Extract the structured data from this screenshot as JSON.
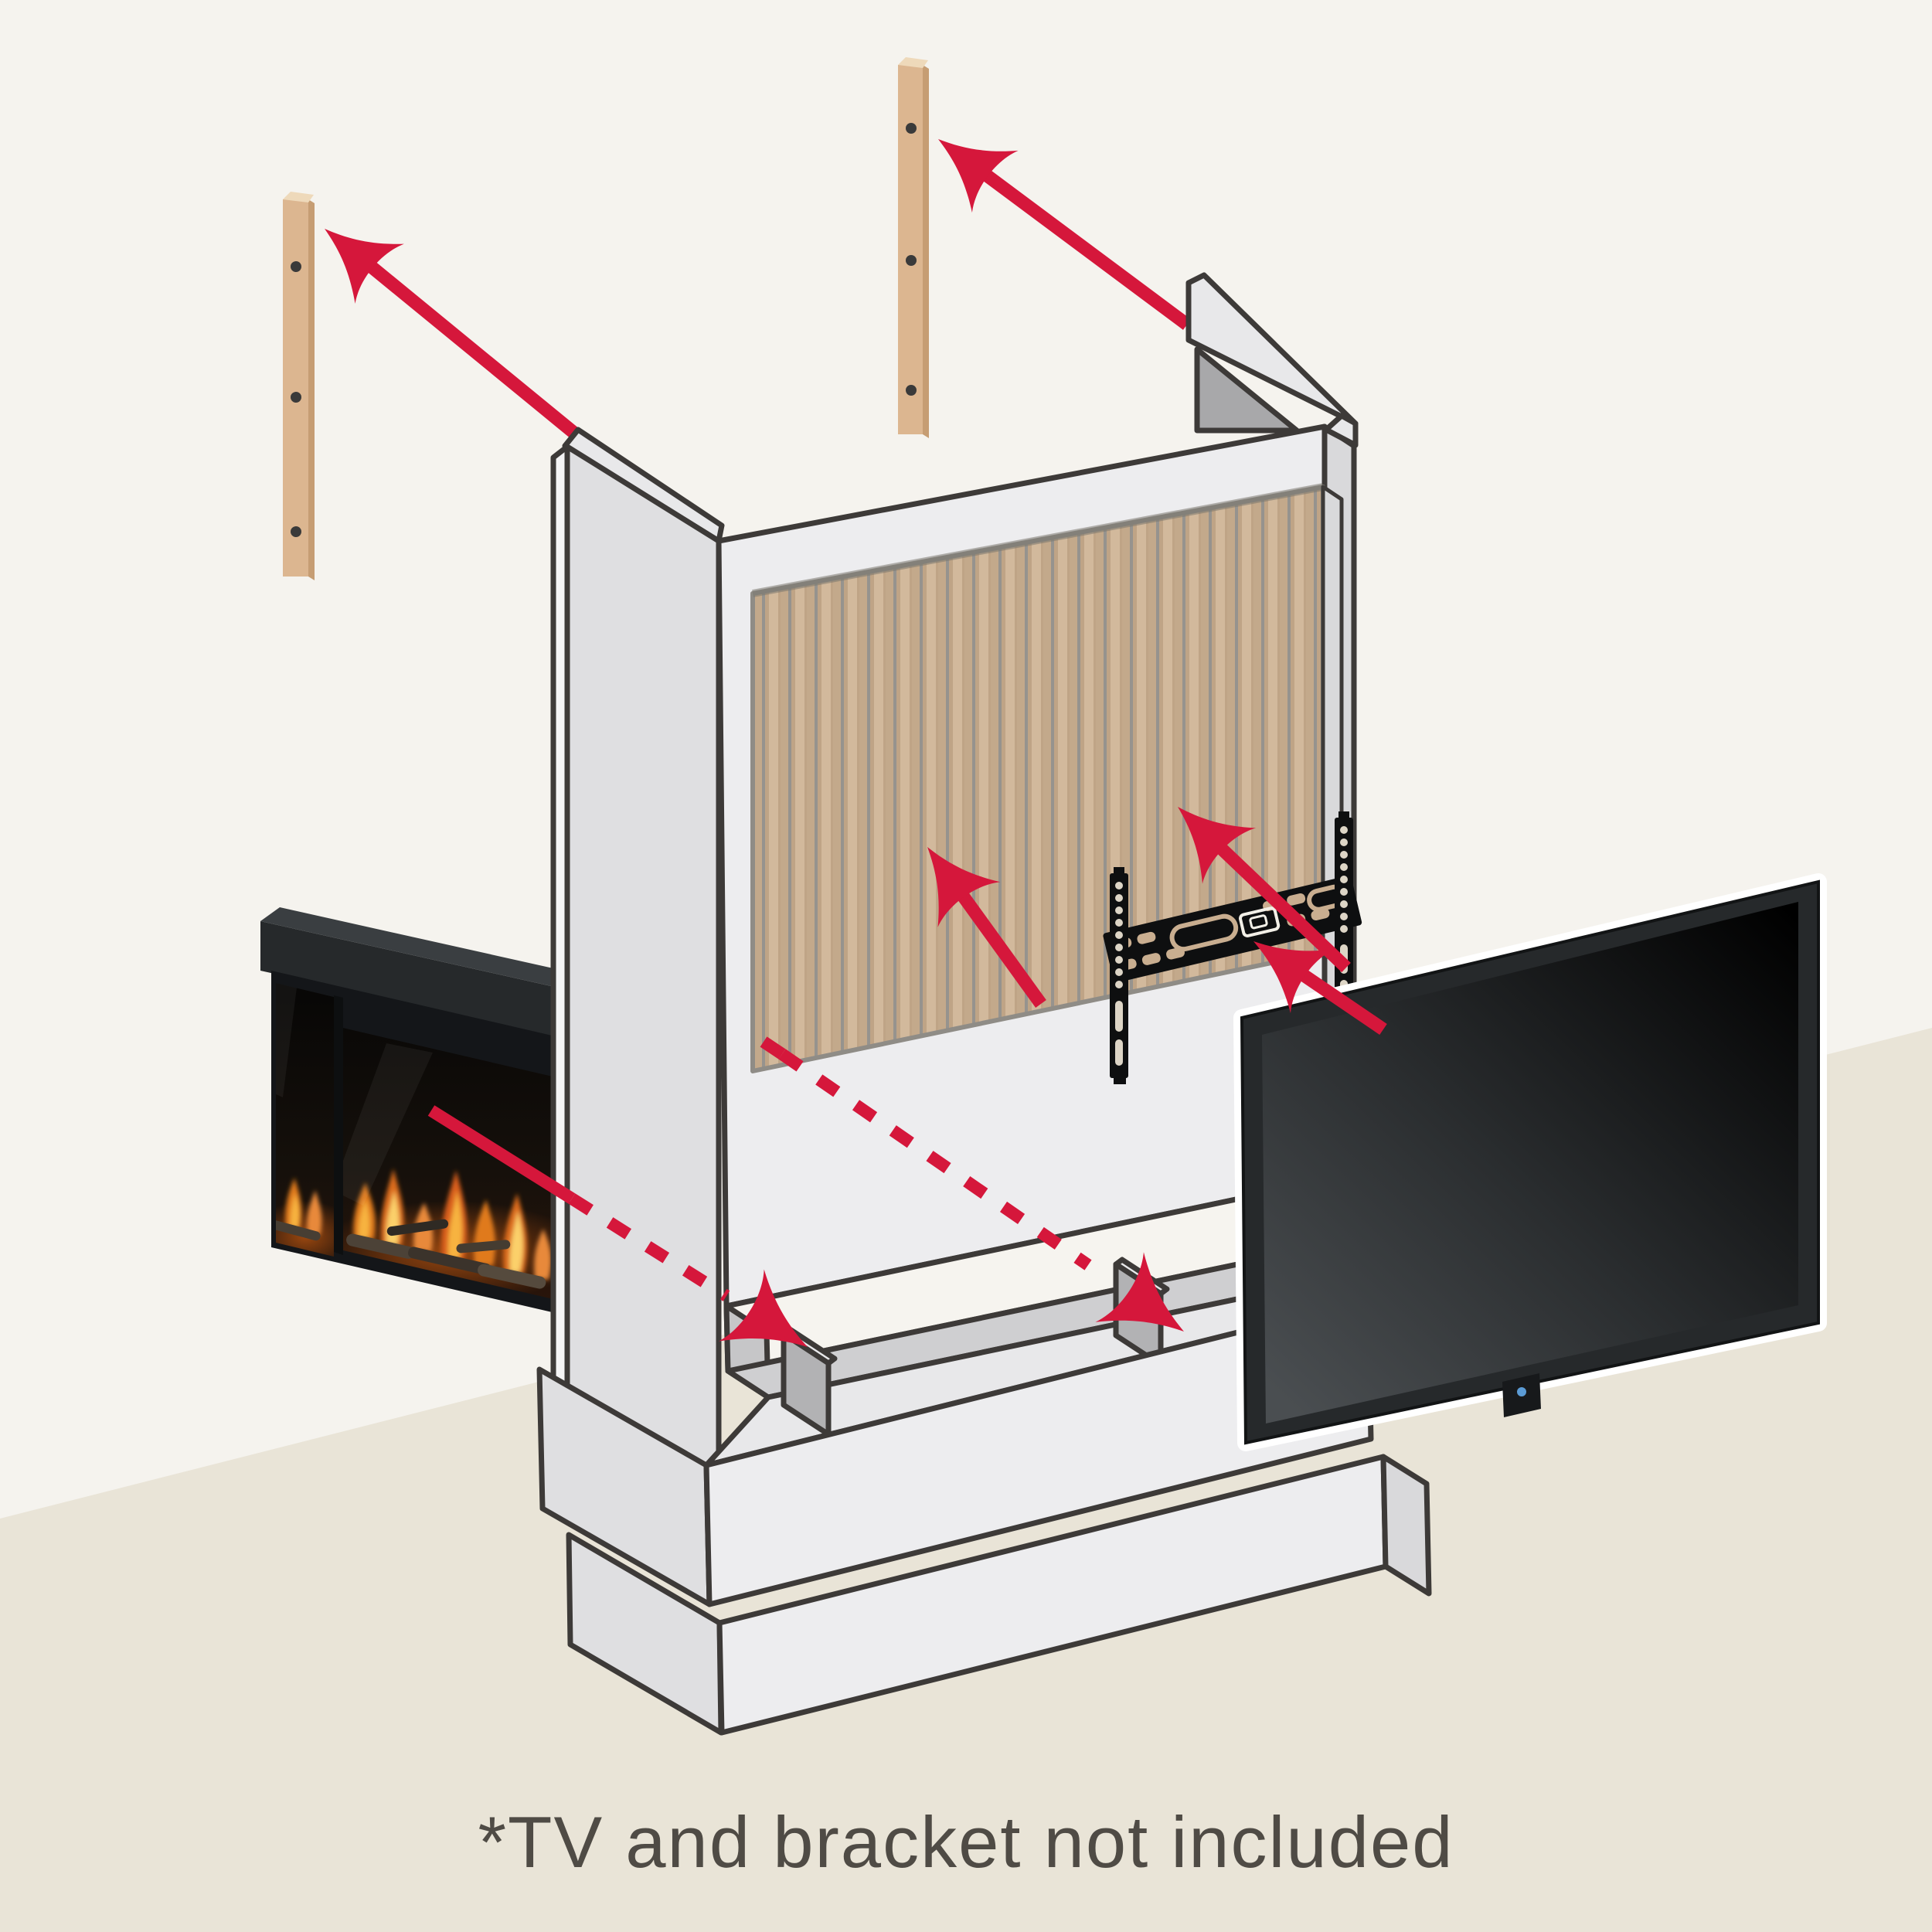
{
  "caption": {
    "text": "*TV and bracket not included"
  },
  "colors": {
    "wall": "#f5f3ee",
    "floor": "#e9e4d7",
    "line": "#3d3a38",
    "cab-front": "#ededef",
    "cab-side": "#dfdfe1",
    "cab-top": "#e8e8ea",
    "cab-right": "#d9d9db",
    "cab-highlight": "#f4f4f5",
    "dark-inner": "#a8a8aa",
    "trough-back": "#f6f4ef",
    "trough-floor": "#cfcfd1",
    "divider": "#b2b2b4",
    "wood-light": "#d2b99c",
    "wood-mid": "#c3a98b",
    "wood-dark": "#bfa486",
    "wood-gap": "#96938e",
    "batten-front": "#dcb690",
    "batten-top": "#eed9ba",
    "batten-side": "#c69d73",
    "hole": "#3a3a3a",
    "arrow-red": "#d5173b",
    "bracket-black": "#0e0f10",
    "bracket-hole": "#ddd5c6",
    "fp-slab": "#26292b",
    "fp-slab-top": "#3a3e41",
    "fp-body": "#141619",
    "tv-bezel": "#26292b",
    "tv-glow": "#ffffff",
    "tv-chin": "#17191b",
    "logo-blue": "#5b9bd5",
    "text-color": "#4f4b45"
  },
  "figure": {
    "type": "installation-diagram",
    "subject": "media wall fireplace suite with TV bracket fitting guide",
    "elements": [
      "wall-batten-left",
      "wall-batten-right",
      "media-wall-cabinet",
      "wood-slat-panel",
      "tv-mount-bracket",
      "electric-fireplace-insert",
      "flat-screen-tv",
      "media-trough-dividers"
    ],
    "batten_screw_holes_per_batten": 3,
    "arrow_annotations": [
      {
        "name": "batten-left-arrow",
        "style": "solid"
      },
      {
        "name": "batten-right-arrow",
        "style": "solid"
      },
      {
        "name": "slat-panel-arrow-left",
        "style": "solid"
      },
      {
        "name": "slat-panel-arrow-right",
        "style": "solid"
      },
      {
        "name": "tv-to-bracket-arrow",
        "style": "solid"
      },
      {
        "name": "fireplace-to-base-line",
        "style": "dashed"
      },
      {
        "name": "panel-to-base-line",
        "style": "dashed"
      }
    ]
  }
}
